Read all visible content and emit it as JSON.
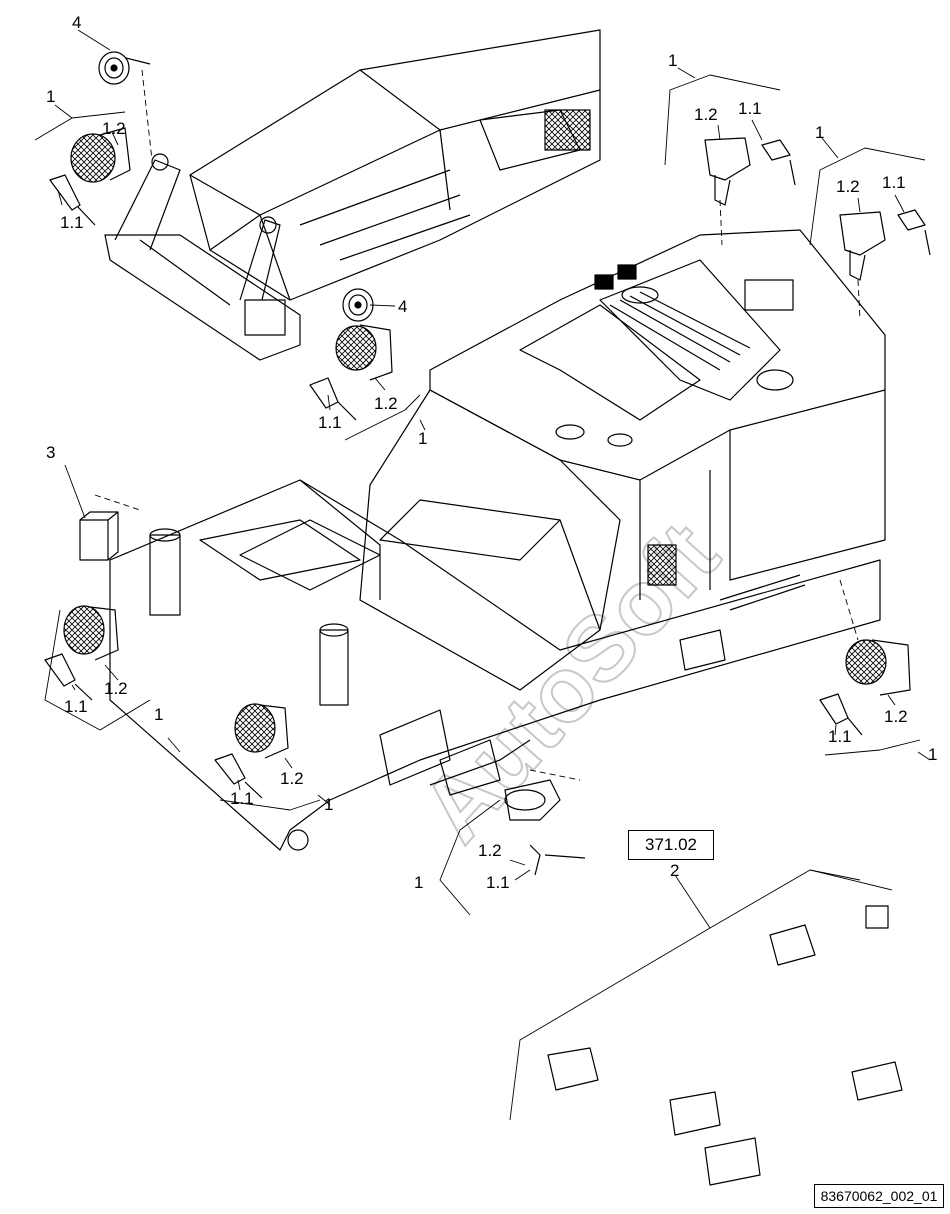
{
  "callouts": {
    "c1": "1",
    "c2": "2",
    "c3": "3",
    "c4": "4",
    "c11": "1.1",
    "c12": "1.2"
  },
  "reference_box": "371.02",
  "drawing_id": "83670062_002_01",
  "watermark": "AutoSoft"
}
